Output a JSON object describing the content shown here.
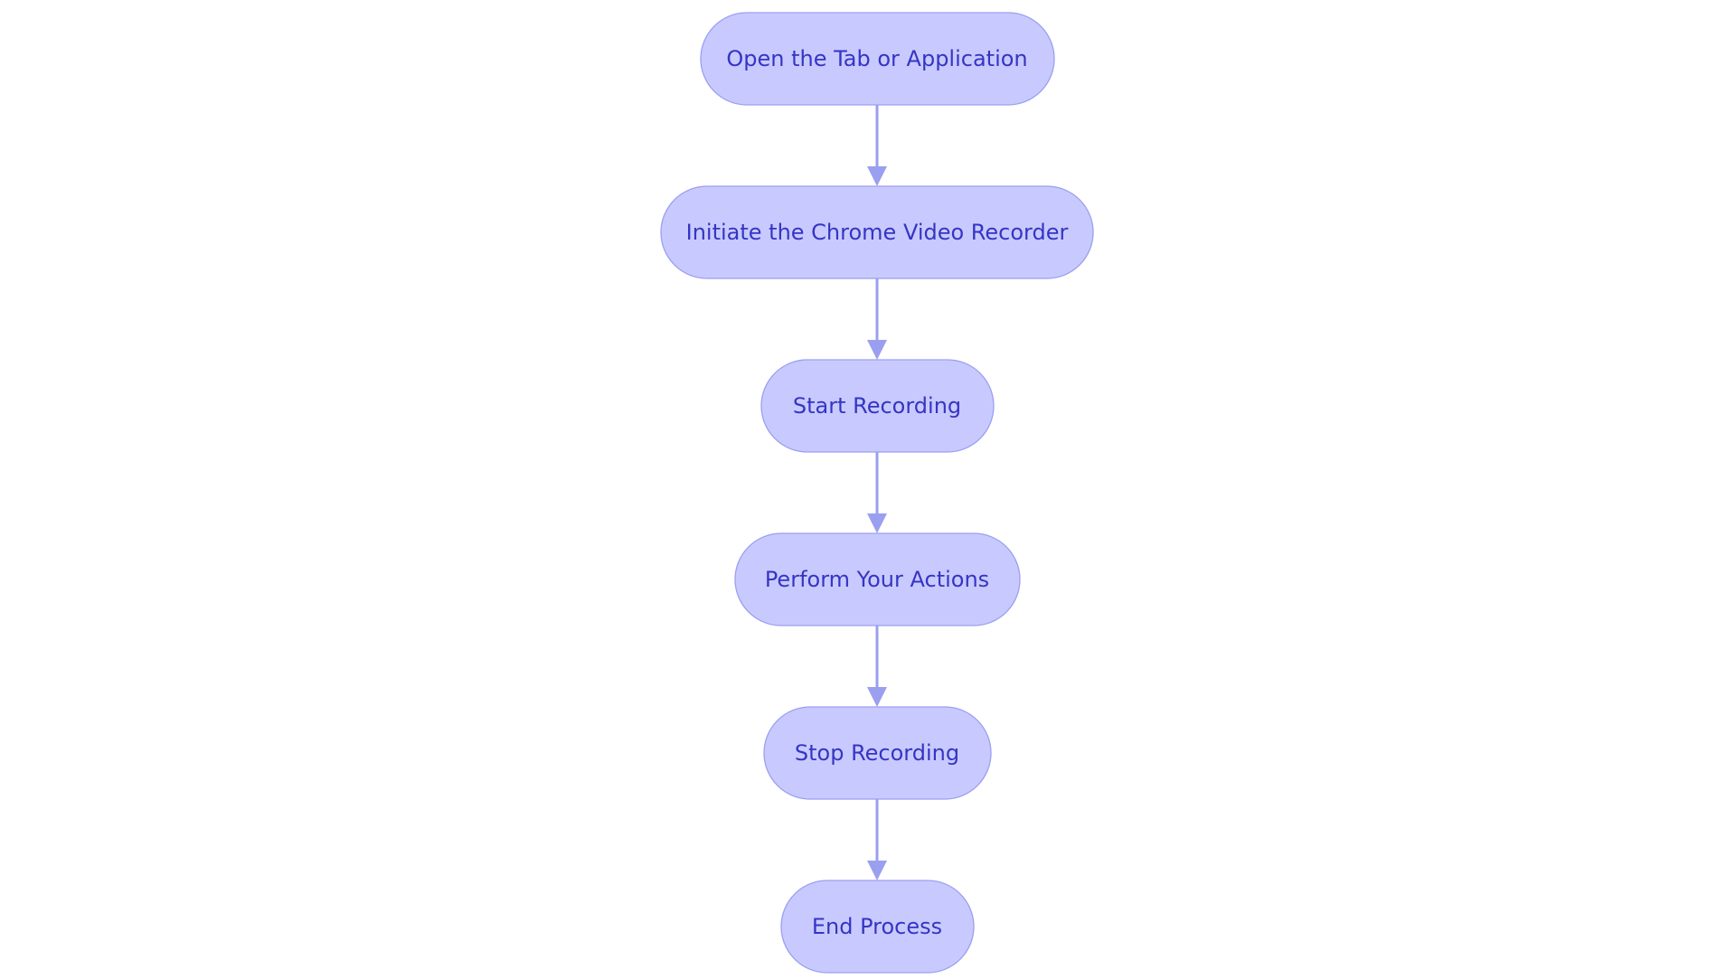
{
  "diagram": {
    "type": "flowchart",
    "direction": "top-to-bottom",
    "colors": {
      "background": "#ffffff",
      "node_fill": "#c8caff",
      "node_border": "#9a9ff0",
      "node_text": "#3535c4",
      "edge": "#9a9ff0"
    },
    "nodes": [
      {
        "id": "open-tab",
        "label": "Open the Tab or Application"
      },
      {
        "id": "initiate-recorder",
        "label": "Initiate the Chrome Video Recorder"
      },
      {
        "id": "start-recording",
        "label": "Start Recording"
      },
      {
        "id": "perform-actions",
        "label": "Perform Your Actions"
      },
      {
        "id": "stop-recording",
        "label": "Stop Recording"
      },
      {
        "id": "end-process",
        "label": "End Process"
      }
    ],
    "edges": [
      {
        "from": "open-tab",
        "to": "initiate-recorder"
      },
      {
        "from": "initiate-recorder",
        "to": "start-recording"
      },
      {
        "from": "start-recording",
        "to": "perform-actions"
      },
      {
        "from": "perform-actions",
        "to": "stop-recording"
      },
      {
        "from": "stop-recording",
        "to": "end-process"
      }
    ]
  }
}
